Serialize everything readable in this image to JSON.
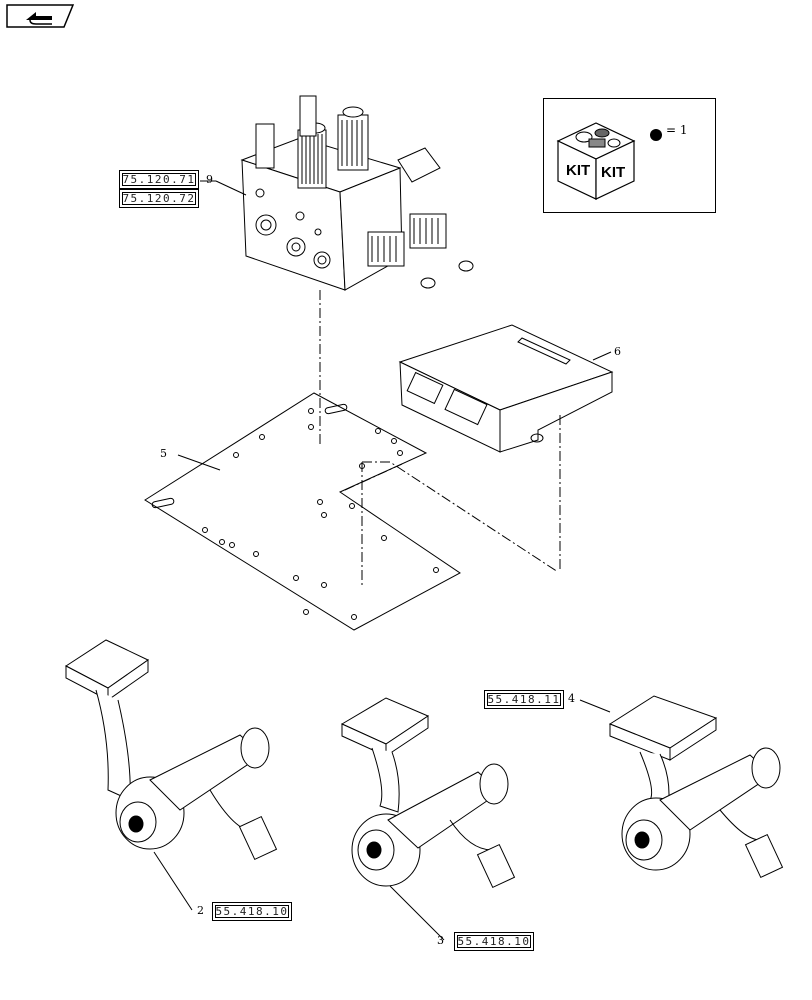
{
  "nav": {
    "icon": "page-back-icon"
  },
  "kit": {
    "label_left": "KIT",
    "label_right": "KIT",
    "equals_text": "= 1"
  },
  "callouts": {
    "c9": "9",
    "c6": "6",
    "c5": "5",
    "c4": "4",
    "c2": "2",
    "c3": "3"
  },
  "refs": {
    "r1": "75.120.71",
    "r2": "75.120.72",
    "r3": "55.418.11",
    "r4": "55.418.10",
    "r5": "55.418.10"
  }
}
